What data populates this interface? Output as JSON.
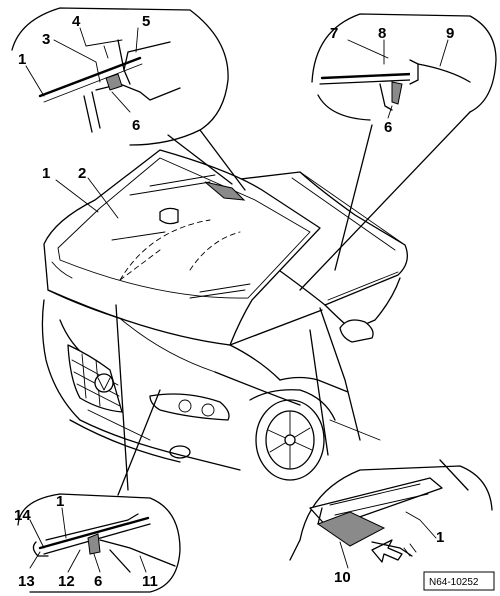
{
  "labels": {
    "l1a": "1",
    "l3": "3",
    "l4": "4",
    "l5": "5",
    "l6a": "6",
    "l7": "7",
    "l8": "8",
    "l9": "9",
    "l6b": "6",
    "l1b": "1",
    "l2": "2",
    "l14": "14",
    "l1c": "1",
    "l13": "13",
    "l12": "12",
    "l6c": "6",
    "l11": "11",
    "l1d": "1",
    "l10": "10"
  },
  "reference": "N64-10252"
}
